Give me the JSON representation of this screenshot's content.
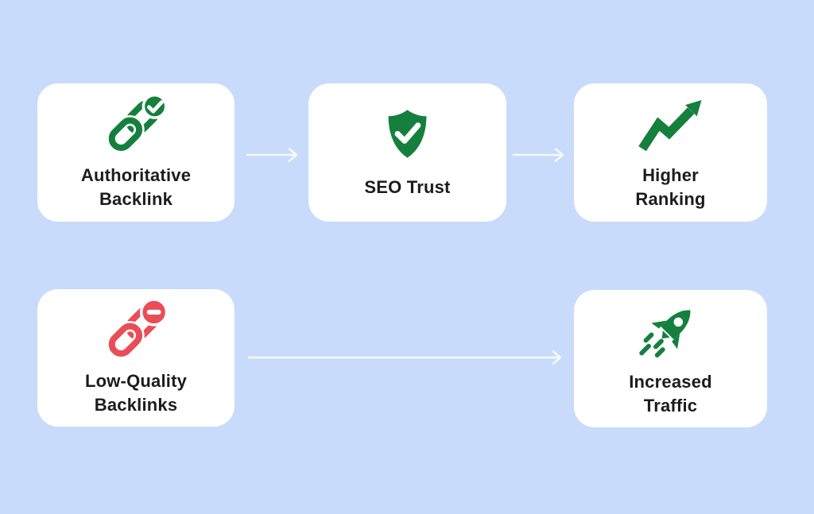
{
  "canvas": {
    "background": "#c9dbfa"
  },
  "colors": {
    "card_background": "#ffffff",
    "positive_green": "#15803d",
    "negative_red": "#e94d57",
    "label_text": "#1c1c1c",
    "arrow": "#f6f9fd",
    "icon_mark_white": "#ffffff"
  },
  "cards": [
    {
      "id": "authoritative-backlink",
      "label": "Authoritative Backlink",
      "lines": [
        "Authoritative",
        "Backlink"
      ],
      "icon": "link-check-icon",
      "icon_color": "#15803d"
    },
    {
      "id": "seo-trust",
      "label": "SEO Trust",
      "lines": [
        "SEO Trust"
      ],
      "icon": "shield-check-icon",
      "icon_color": "#15803d"
    },
    {
      "id": "higher-ranking",
      "label": "Higher Ranking",
      "lines": [
        "Higher",
        "Ranking"
      ],
      "icon": "trend-up-arrow-icon",
      "icon_color": "#15803d"
    },
    {
      "id": "low-quality-backlinks",
      "label": "Low-Quality Backlinks",
      "lines": [
        "Low-Quality",
        "Backlinks"
      ],
      "icon": "link-blocked-icon",
      "icon_color": "#e94d57"
    },
    {
      "id": "increased-traffic",
      "label": "Increased Traffic",
      "lines": [
        "Increased",
        "Traffic"
      ],
      "icon": "rocket-icon",
      "icon_color": "#15803d"
    }
  ],
  "connections": [
    {
      "from": "authoritative-backlink",
      "to": "seo-trust"
    },
    {
      "from": "seo-trust",
      "to": "higher-ranking"
    },
    {
      "from": "low-quality-backlinks",
      "to": "increased-traffic"
    }
  ]
}
